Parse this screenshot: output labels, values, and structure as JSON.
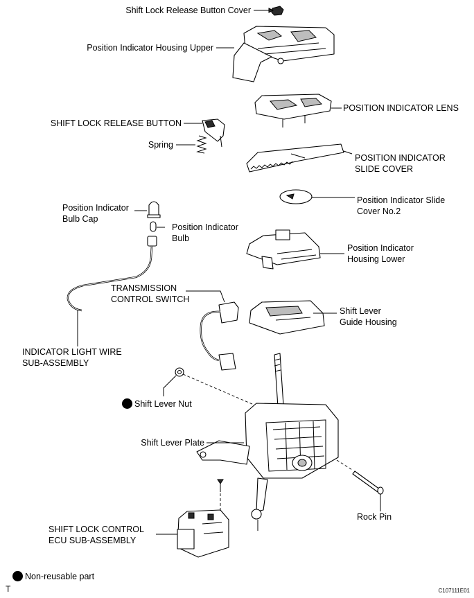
{
  "labels": {
    "shift_lock_release_button_cover": "Shift Lock Release Button Cover",
    "position_indicator_housing_upper": "Position Indicator Housing Upper",
    "position_indicator_lens": "POSITION INDICATOR LENS",
    "shift_lock_release_button": "SHIFT LOCK RELEASE BUTTON",
    "spring": "Spring",
    "position_indicator_slide_cover_1": "POSITION INDICATOR",
    "position_indicator_slide_cover_2": "SLIDE COVER",
    "slide_cover_no2_1": "Position Indicator Slide",
    "slide_cover_no2_2": "Cover No.2",
    "bulb_cap_1": "Position Indicator",
    "bulb_cap_2": "Bulb Cap",
    "bulb_1": "Position Indicator",
    "bulb_2": "Bulb",
    "housing_lower_1": "Position Indicator",
    "housing_lower_2": "Housing Lower",
    "transmission_control_switch_1": "TRANSMISSION",
    "transmission_control_switch_2": "CONTROL SWITCH",
    "guide_housing_1": "Shift Lever",
    "guide_housing_2": "Guide Housing",
    "indicator_light_wire_1": "INDICATOR LIGHT WIRE",
    "indicator_light_wire_2": "SUB-ASSEMBLY",
    "shift_lever_nut": "Shift Lever Nut",
    "shift_lever_plate": "Shift Lever Plate",
    "rock_pin": "Rock Pin",
    "shift_lock_ecu_1": "SHIFT LOCK CONTROL",
    "shift_lock_ecu_2": "ECU SUB-ASSEMBLY"
  },
  "legend": {
    "non_reusable": "Non-reusable part"
  },
  "footer": {
    "left_mark": "T",
    "figure_code": "C107111E01"
  }
}
